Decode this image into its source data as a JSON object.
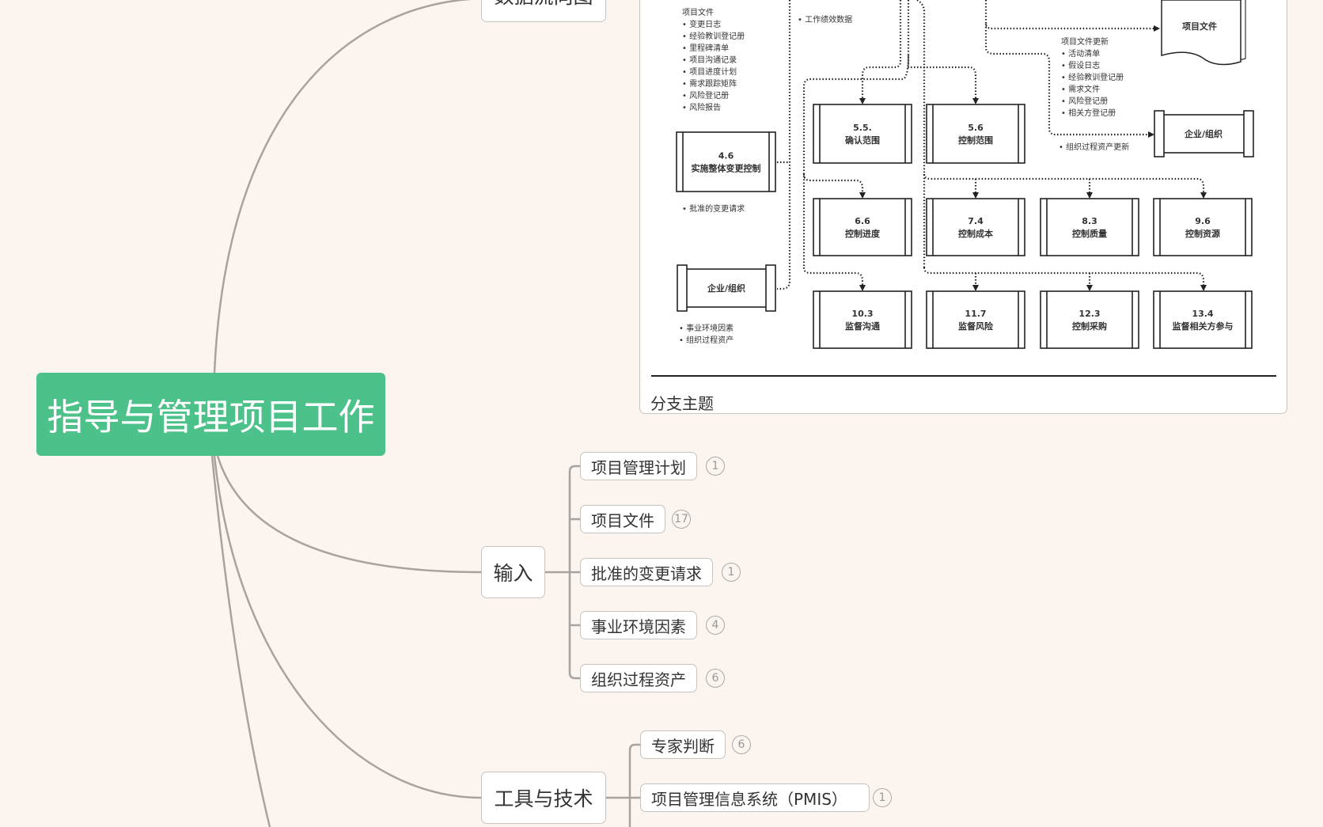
{
  "root": {
    "title": "指导与管理项目工作"
  },
  "branches": {
    "dataflow": {
      "label": "数据流向图",
      "caption": "分支主题"
    },
    "inputs": {
      "label": "输入",
      "items": [
        {
          "label": "项目管理计划",
          "count": "1"
        },
        {
          "label": "项目文件",
          "count": "17"
        },
        {
          "label": "批准的变更请求",
          "count": "1"
        },
        {
          "label": "事业环境因素",
          "count": "4"
        },
        {
          "label": "组织过程资产",
          "count": "6"
        }
      ]
    },
    "tools": {
      "label": "工具与技术",
      "items": [
        {
          "label": "专家判断",
          "count": "6"
        },
        {
          "label": "项目管理信息系统（PMIS）",
          "count": "1"
        }
      ]
    }
  },
  "diagram": {
    "project_docs_list": {
      "title": "项目文件",
      "items": [
        "• 变更日志",
        "• 经验教训登记册",
        "• 里程碑清单",
        "• 项目沟通记录",
        "• 项目进度计划",
        "• 需求跟踪矩阵",
        "• 风险登记册",
        "• 风险报告"
      ]
    },
    "work_perf": "• 工作绩效数据",
    "approved_cr": "• 批准的变更请求",
    "eef_opa": [
      "• 事业环境因素",
      "• 组织过程资产"
    ],
    "docs_updates": {
      "title": "项目文件更新",
      "items": [
        "• 活动清单",
        "• 假设日志",
        "• 经验教训登记册",
        "• 需求文件",
        "• 风险登记册",
        "• 相关方登记册"
      ]
    },
    "opa_updates": "• 组织过程资产更新",
    "doc_shape": "项目文件",
    "enterprise": "企业/组织",
    "processes": [
      {
        "num": "4.6",
        "name": "实施整体变更控制"
      },
      {
        "num": "5.5.",
        "name": "确认范围"
      },
      {
        "num": "5.6",
        "name": "控制范围"
      },
      {
        "num": "6.6",
        "name": "控制进度"
      },
      {
        "num": "7.4",
        "name": "控制成本"
      },
      {
        "num": "8.3",
        "name": "控制质量"
      },
      {
        "num": "9.6",
        "name": "控制资源"
      },
      {
        "num": "10.3",
        "name": "监督沟通"
      },
      {
        "num": "11.7",
        "name": "监督风险"
      },
      {
        "num": "12.3",
        "name": "控制采购"
      },
      {
        "num": "13.4",
        "name": "监督相关方参与"
      }
    ]
  },
  "colors": {
    "root": "#4dc18a",
    "background": "#fbf4ef",
    "connector": "#a8a39f"
  }
}
